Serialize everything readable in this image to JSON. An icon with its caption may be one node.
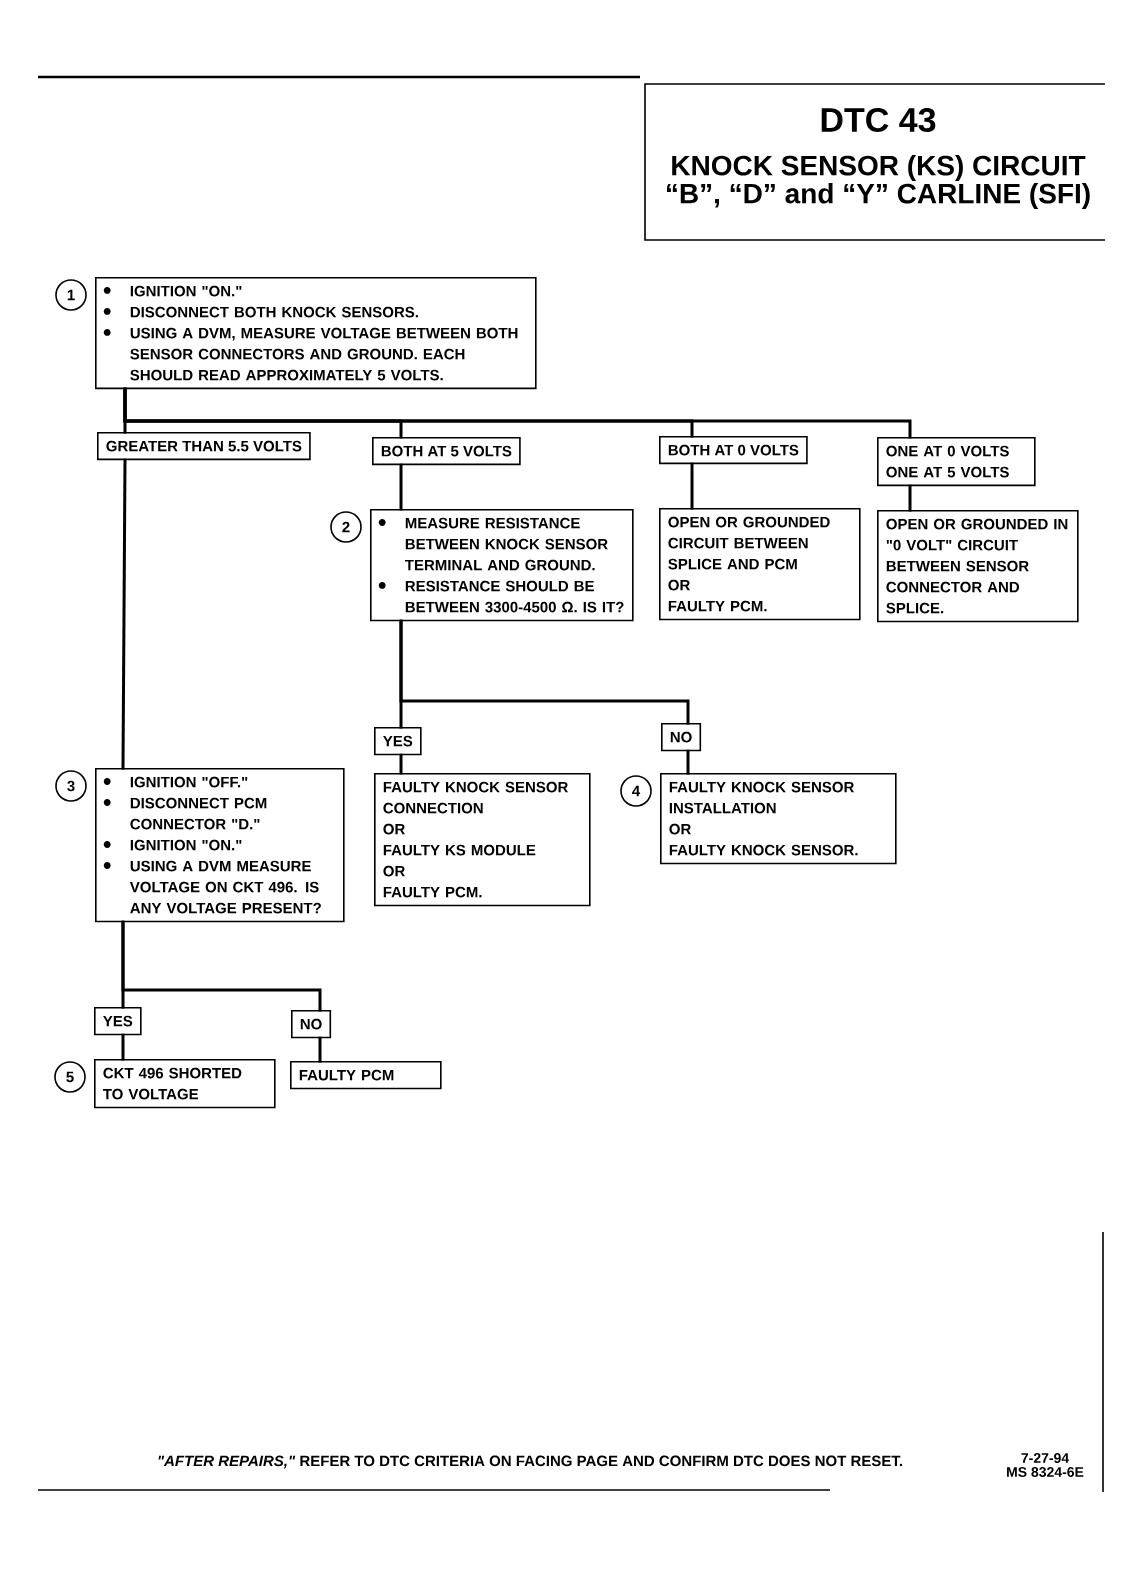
{
  "diagram": {
    "title": "DTC 43",
    "nodes": [
      {
        "text": [
          "IGNITION \"ON.\"",
          "DISCONNECT BOTH KNOCK SENSORS.",
          "USING A DVM, MEASURE VOLTAGE BETWEEN BOTH SENSOR CONNECTORS AND GROUND. EACH SHOULD READ APPROXIMATELY 5 VOLTS."
        ],
        "beside": [
          "1"
        ]
      },
      {
        "text": [
          "GREATER THAN 5.5 VOLTS"
        ]
      },
      {
        "text": [
          "BOTH AT 5 VOLTS"
        ]
      },
      {
        "text": [
          "BOTH AT 0 VOLTS"
        ]
      },
      {
        "text": [
          "ONE AT 0 VOLTS ONE AT 5 VOLTS"
        ]
      },
      {
        "text": [
          "MEASURE RESISTANCE BETWEEN KNOCK SENSOR TERMINAL AND GROUND.",
          "RESISTANCE SHOULD BE BETWEEN 3300-4500 Ω. IS IT?"
        ],
        "beside": [
          "2"
        ]
      },
      {
        "text": [
          "OPEN OR GROUNDED CIRCUIT BETWEEN SPLICE AND PCM",
          "OR",
          "FAULTY PCM."
        ]
      },
      {
        "text": [
          "OPEN OR GROUNDED IN \"0 VOLT\" CIRCUIT BETWEEN SENSOR CONNECTOR AND SPLICE."
        ]
      },
      {
        "text": [
          "YES"
        ]
      },
      {
        "text": [
          "NO"
        ]
      },
      {
        "text": [
          "FAULTY KNOCK SENSOR CONNECTION",
          "OR",
          "FAULTY KS MODULE",
          "OR",
          "FAULTY PCM."
        ]
      },
      {
        "text": [
          "FAULTY KNOCK SENSOR INSTALLATION",
          "OR",
          "FAULTY KNOCK SENSOR."
        ],
        "beside": [
          "4"
        ]
      },
      {
        "text": [
          "IGNITION \"OFF.\"",
          "DISCONNECT PCM CONNECTOR \"D.\"",
          "IGNITION \"ON.\"",
          "USING A DVM MEASURE VOLTAGE ON CKT 496. IS ANY VOLTAGE PRESENT?"
        ],
        "beside": [
          "3"
        ]
      },
      {
        "text": [
          "YES"
        ]
      },
      {
        "text": [
          "NO"
        ]
      },
      {
        "text": [
          "CKT 496 SHORTED TO VOLTAGE"
        ],
        "beside": [
          "5"
        ]
      },
      {
        "text": [
          "FAULTY PCM"
        ]
      }
    ],
    "edges": [
      {
        "from": 0,
        "to": 1,
        "arrow": "none"
      },
      {
        "from": 0,
        "to": 2,
        "arrow": "none"
      },
      {
        "from": 0,
        "to": 3,
        "arrow": "none"
      },
      {
        "from": 0,
        "to": 4,
        "arrow": "none"
      },
      {
        "from": 1,
        "to": 12,
        "arrow": "none"
      },
      {
        "from": 2,
        "to": 5,
        "arrow": "none"
      },
      {
        "from": 3,
        "to": 6,
        "arrow": "none"
      },
      {
        "from": 4,
        "to": 7,
        "arrow": "none"
      },
      {
        "from": 5,
        "to": 8,
        "arrow": "none"
      },
      {
        "from": 5,
        "to": 9,
        "arrow": "none"
      },
      {
        "from": 8,
        "to": 10,
        "arrow": "none"
      },
      {
        "from": 9,
        "to": 11,
        "arrow": "none"
      },
      {
        "from": 12,
        "to": 13,
        "arrow": "none"
      },
      {
        "from": 12,
        "to": 14,
        "arrow": "none"
      },
      {
        "from": 13,
        "to": 15,
        "arrow": "none"
      },
      {
        "from": 14,
        "to": 16,
        "arrow": "none"
      }
    ],
    "labels": [
      "KNOCK SENSOR (KS) CIRCUIT",
      "“B”, “D” and “Y”  CARLINE (SFI)",
      "*\"AFTER REPAIRS,\"* REFER TO DTC CRITERIA ON FACING PAGE AND CONFIRM DTC DOES NOT RESET.",
      "7-27-94",
      "MS 8324-6E"
    ]
  }
}
